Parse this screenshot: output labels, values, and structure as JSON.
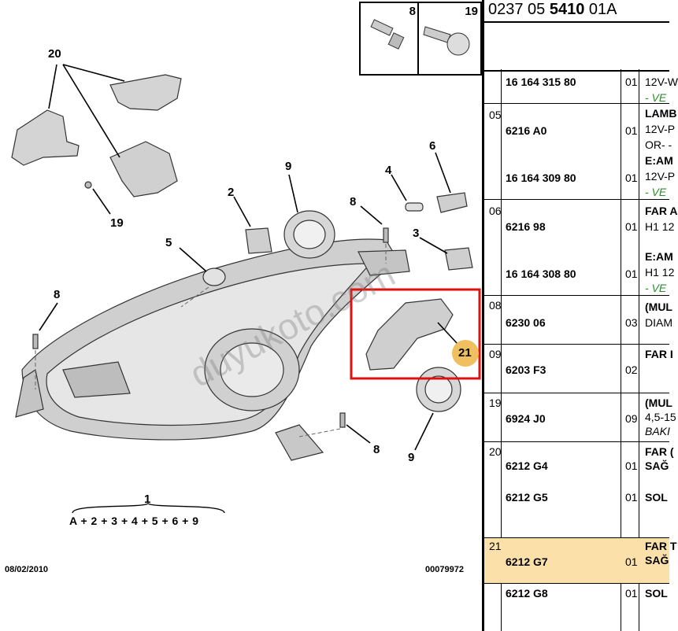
{
  "diagram": {
    "date": "08/02/2010",
    "drawing_no": "00079972",
    "formula_number": "1",
    "formula": "A + 2 + 3 + 4 + 5 + 6 + 9",
    "watermark": "duyukoto.com",
    "callouts": {
      "c20": "20",
      "c19": "19",
      "c9a": "9",
      "c2": "2",
      "c4": "4",
      "c6": "6",
      "c8a": "8",
      "c5": "5",
      "c3": "3",
      "c8b": "8",
      "c21": "21",
      "c8c": "8",
      "c9b": "9"
    },
    "minibox": {
      "a": "8",
      "b": "19"
    },
    "highlight_color": "#e01010",
    "badge_color": "#f0c060"
  },
  "panel": {
    "ref_prefix": "0237 05 ",
    "ref_bold": "5410",
    "ref_suffix": " 01A",
    "rows": [
      {
        "grp": "",
        "lines": [
          {
            "ref": "16 164 315 80",
            "qty": "01",
            "d1": "12V-W",
            "d2": "- VE"
          }
        ]
      },
      {
        "grp": "05",
        "lines": [
          {
            "ref": "6216 A0",
            "qty": "01",
            "d0": "LAMB",
            "d1": "12V-P",
            "d2": "OR- -"
          },
          {
            "ref": "16 164 309 80",
            "qty": "01",
            "d0": "E:AM",
            "d1": "12V-P",
            "d2": "- VE"
          }
        ]
      },
      {
        "grp": "06",
        "lines": [
          {
            "ref": "6216 98",
            "qty": "01",
            "d0": "FAR A",
            "d1": "H1 12"
          },
          {
            "ref": "16 164 308 80",
            "qty": "01",
            "d0": "E:AM",
            "d1": "H1 12",
            "d2": "- VE"
          }
        ]
      },
      {
        "grp": "08",
        "lines": [
          {
            "ref": "6230 06",
            "qty": "03",
            "d0": "(MUL",
            "d1": "DIAM"
          }
        ]
      },
      {
        "grp": "09",
        "lines": [
          {
            "ref": "6203 F3",
            "qty": "02",
            "d0": "FAR I"
          }
        ]
      },
      {
        "grp": "19",
        "lines": [
          {
            "ref": "6924 J0",
            "qty": "09",
            "d0": "(MUL",
            "d1": "4,5-15",
            "d2": "BAKI"
          }
        ]
      },
      {
        "grp": "20",
        "lines": [
          {
            "ref": "6212 G4",
            "qty": "01",
            "d0": "FAR (",
            "d1": "SAĞ"
          },
          {
            "ref": "6212 G5",
            "qty": "01",
            "d1": "SOL"
          }
        ]
      },
      {
        "grp": "21",
        "lines": [
          {
            "ref": "6212 G7",
            "qty": "01",
            "d0": "FAR T",
            "d1": "SAĞ"
          },
          {
            "ref": "6212 G8",
            "qty": "01",
            "d1": "SOL"
          }
        ]
      }
    ]
  }
}
